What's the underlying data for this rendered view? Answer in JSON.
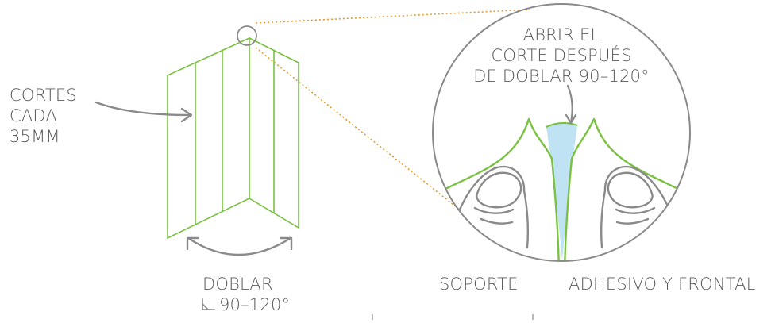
{
  "colors": {
    "green": "#7ac142",
    "gray": "#8a8a8a",
    "text": "#5a5a5a",
    "orange": "#e39b2e",
    "adhesive": "#bfe3f2"
  },
  "labels": {
    "cuts": [
      "CORTES",
      "CADA",
      "35MM"
    ],
    "fold": "DOBLAR",
    "fold_angle": "90–120°",
    "open_cut": [
      "ABRIR EL",
      "CORTE DESPUÉS",
      "DE DOBLAR 90–120°"
    ],
    "support": "SOPORTE",
    "adhesive_front": "ADHESIVO Y FRONTAL"
  }
}
